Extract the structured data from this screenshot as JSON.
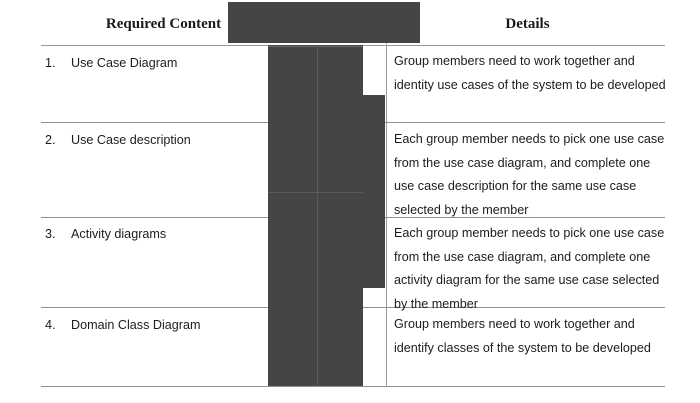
{
  "document": {
    "type": "assignment-requirements-table",
    "table": {
      "headers": {
        "left": "Required Content",
        "right": "Details"
      },
      "rows": [
        {
          "number": "1.",
          "content": "Use Case Diagram",
          "details": "Group members need to work together and identity use cases of the system to be developed"
        },
        {
          "number": "2.",
          "content": "Use Case description",
          "details": "Each group member needs to pick one use case from the use case diagram, and complete one use case description for the same use case selected by the member"
        },
        {
          "number": "3.",
          "content": "Activity diagrams",
          "details": "Each group member needs to pick one use case from the use case diagram, and complete one activity diagram for the same use case selected by the member"
        },
        {
          "number": "4.",
          "content": "Domain Class Diagram",
          "details": "Group members need to work together and identify classes of the system to be developed"
        }
      ]
    },
    "redactions": {
      "label": "redaction-overlay",
      "color": "#454545",
      "count": 4
    }
  }
}
